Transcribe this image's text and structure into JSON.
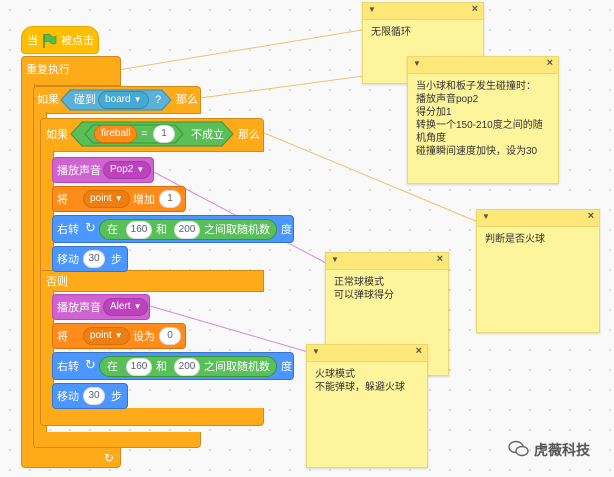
{
  "event": {
    "prefix": "当",
    "suffix": "被点击",
    "flag_color": "#4cbf56"
  },
  "forever": {
    "label": "重复执行"
  },
  "if_outer": {
    "label": "如果",
    "then": "那么"
  },
  "touching": {
    "label": "碰到",
    "target": "board",
    "q": "?"
  },
  "if_inner": {
    "label": "如果",
    "then": "那么",
    "else": "否则"
  },
  "not_equal": {
    "var": "fireball",
    "op": "=",
    "value": "1",
    "neg": "不成立"
  },
  "branch1": {
    "play_label": "播放声音",
    "sound": "Pop2",
    "set_prefix": "将",
    "var": "point",
    "change": "增加",
    "change_value": "1",
    "turn": "右转",
    "in": "在",
    "from": "160",
    "and": "和",
    "to": "200",
    "rand": "之间取随机数",
    "deg": "度",
    "move": "移动",
    "move_value": "30",
    "steps": "步"
  },
  "branch2": {
    "play_label": "播放声音",
    "sound": "Alert",
    "set_prefix": "将",
    "var": "point",
    "set": "设为",
    "set_value": "0",
    "turn": "右转",
    "in": "在",
    "from": "160",
    "and": "和",
    "to": "200",
    "rand": "之间取随机数",
    "deg": "度",
    "move": "移动",
    "move_value": "30",
    "steps": "步"
  },
  "notes": {
    "n1": "无限循环",
    "n2": "当小球和板子发生碰撞时：\n播放声音pop2\n得分加1\n转换一个150-210度之间的随机角度\n碰撞瞬间速度加快，设为30",
    "n3": "判断是否火球",
    "n4": "正常球模式\n可以弹球得分",
    "n5": "火球模式\n不能弹球，躲避火球"
  },
  "watermark": "虎薇科技"
}
